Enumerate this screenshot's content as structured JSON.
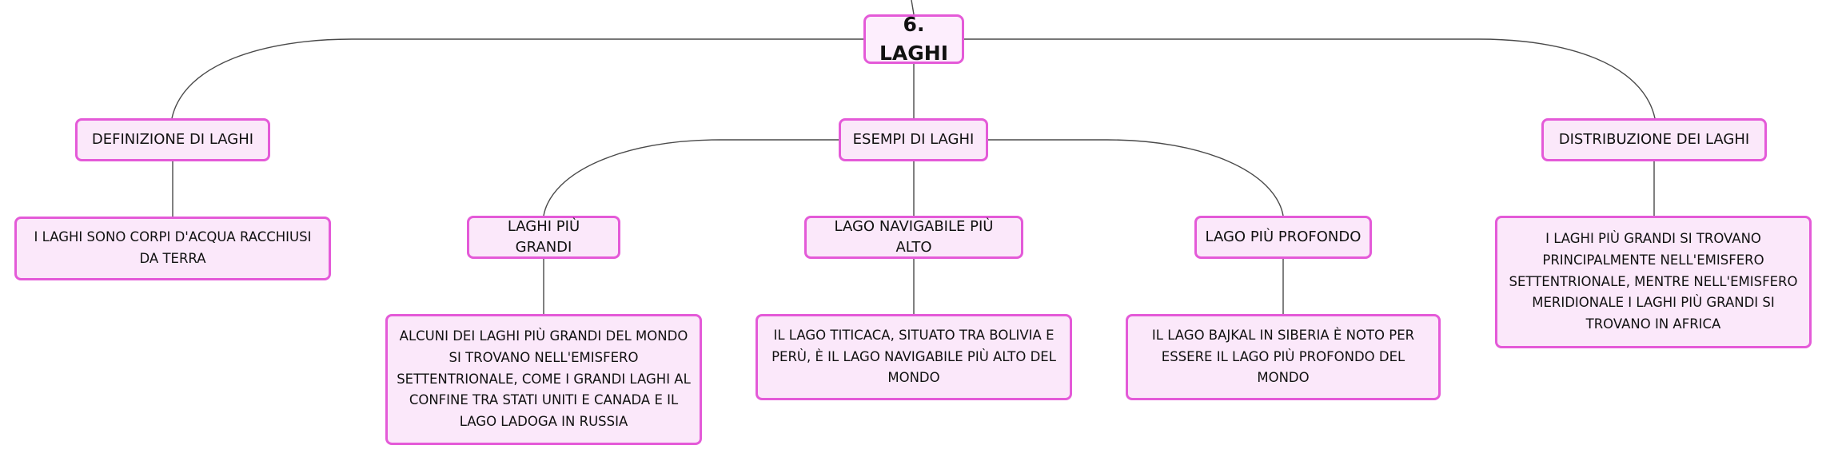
{
  "root": {
    "label": "6. LAGHI"
  },
  "branches": {
    "definizione": {
      "label": "DEFINIZIONE DI LAGHI",
      "detail": "I LAGHI SONO CORPI D'ACQUA RACCHIUSI DA TERRA"
    },
    "esempi": {
      "label": "ESEMPI DI LAGHI",
      "children": [
        {
          "label": "LAGHI PIÙ GRANDI",
          "detail": "ALCUNI DEI LAGHI PIÙ GRANDI DEL MONDO SI TROVANO NELL'EMISFERO SETTENTRIONALE, COME I GRANDI LAGHI AL CONFINE TRA STATI UNITI E CANADA E IL LAGO LADOGA IN RUSSIA"
        },
        {
          "label": "LAGO NAVIGABILE PIÙ ALTO",
          "detail": "IL LAGO TITICACA, SITUATO TRA BOLIVIA E PERÙ, È IL LAGO NAVIGABILE PIÙ ALTO DEL MONDO"
        },
        {
          "label": "LAGO PIÙ PROFONDO",
          "detail": "IL LAGO BAJKAL IN SIBERIA È NOTO PER ESSERE IL LAGO PIÙ PROFONDO DEL MONDO"
        }
      ]
    },
    "distribuzione": {
      "label": "DISTRIBUZIONE DEI LAGHI",
      "detail": "I LAGHI PIÙ GRANDI SI TROVANO PRINCIPALMENTE NELL'EMISFERO SETTENTRIONALE, MENTRE NELL'EMISFERO MERIDIONALE I LAGHI PIÙ GRANDI SI TROVANO IN AFRICA"
    }
  },
  "colors": {
    "node_border": "#e45ad8",
    "node_fill": "#fbe8fa",
    "connector": "#4a4a4a"
  }
}
